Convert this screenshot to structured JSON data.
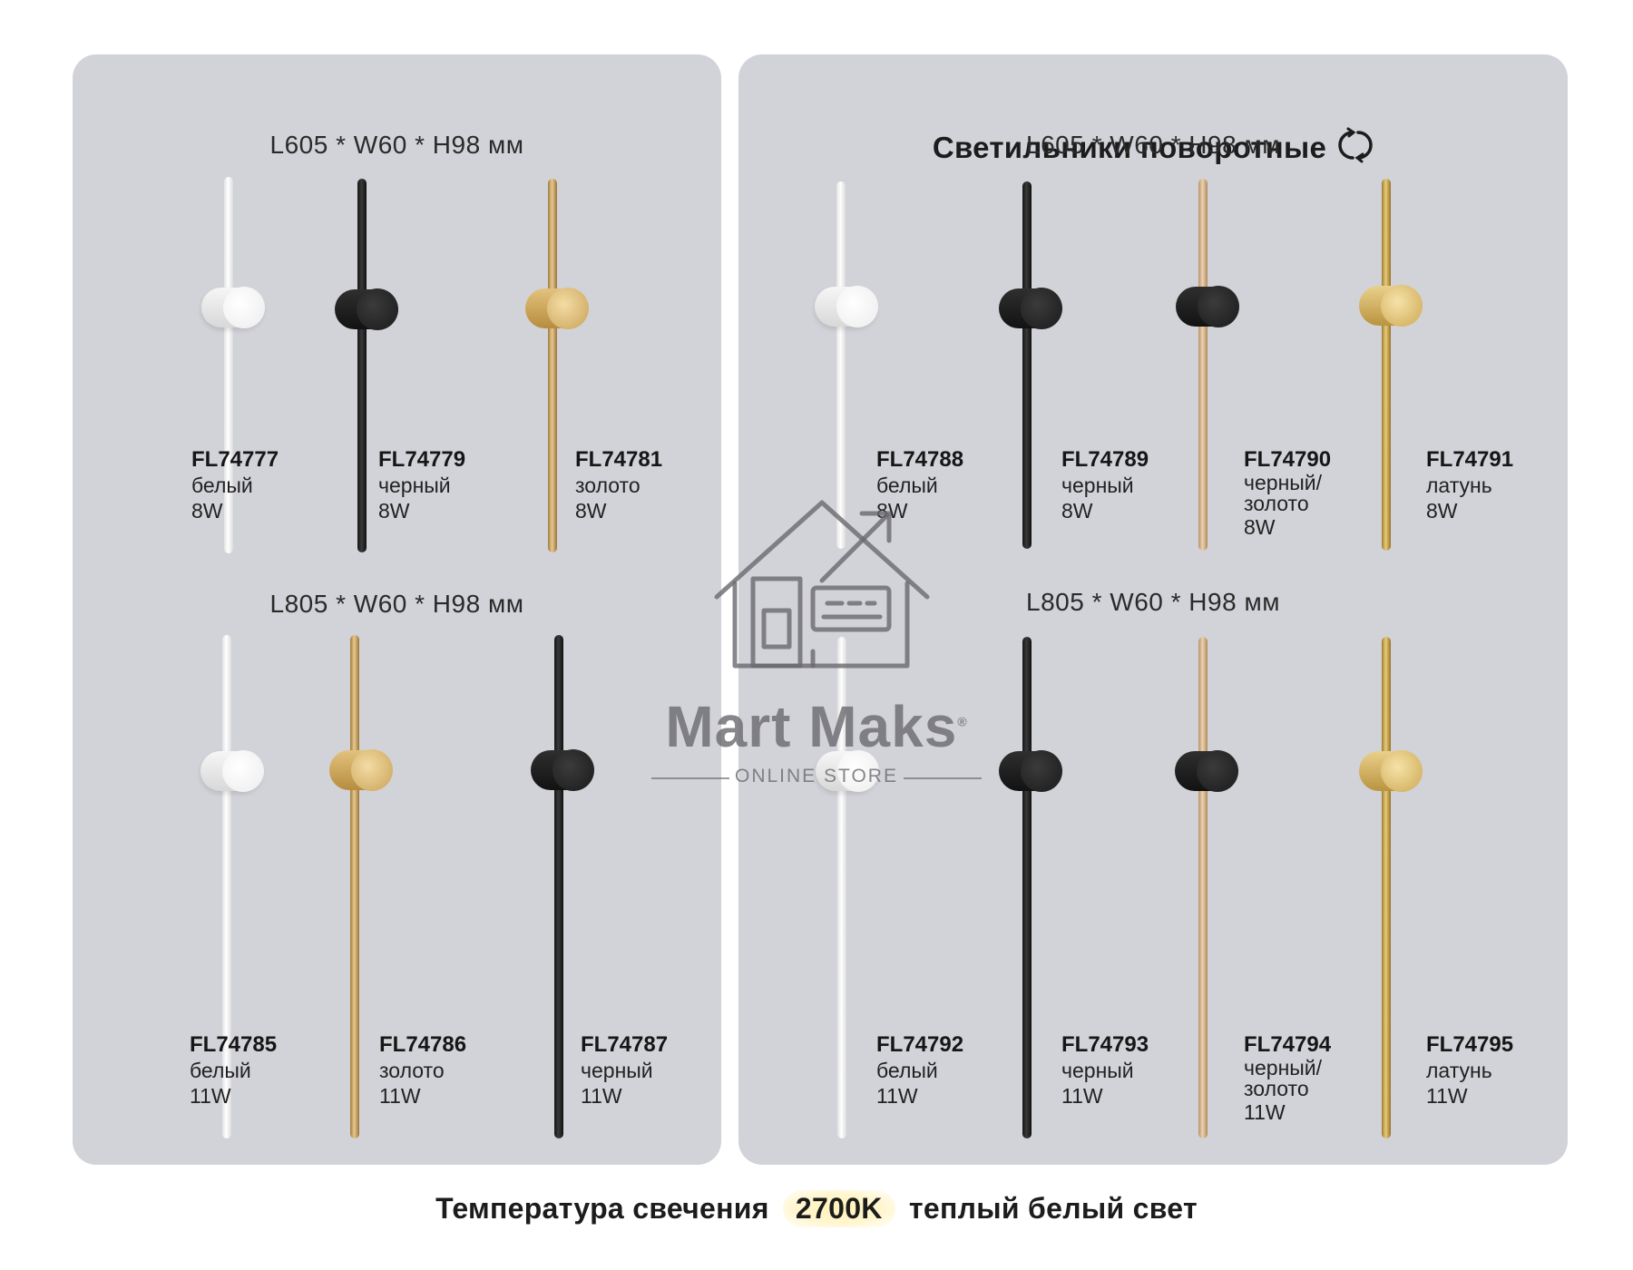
{
  "right_panel": {
    "title": "Светильники поворотные",
    "rotate_icon": "rotate-icon"
  },
  "dimensions": {
    "short": "L605 * W60 * H98 мм",
    "long": "L805 * W60 * H98 мм"
  },
  "products": {
    "left_top": [
      {
        "code": "FL74777",
        "color": "белый",
        "power": "8W",
        "finish": "white"
      },
      {
        "code": "FL74779",
        "color": "черный",
        "power": "8W",
        "finish": "black"
      },
      {
        "code": "FL74781",
        "color": "золото",
        "power": "8W",
        "finish": "gold"
      }
    ],
    "left_bottom": [
      {
        "code": "FL74785",
        "color": "белый",
        "power": "11W",
        "finish": "white"
      },
      {
        "code": "FL74786",
        "color": "золото",
        "power": "11W",
        "finish": "gold"
      },
      {
        "code": "FL74787",
        "color": "черный",
        "power": "11W",
        "finish": "black"
      }
    ],
    "right_top": [
      {
        "code": "FL74788",
        "color": "белый",
        "power": "8W",
        "finish": "white"
      },
      {
        "code": "FL74789",
        "color": "черный",
        "power": "8W",
        "finish": "black"
      },
      {
        "code": "FL74790",
        "color": "черный/\nзолото",
        "power": "8W",
        "finish": "black-gold"
      },
      {
        "code": "FL74791",
        "color": "латунь",
        "power": "8W",
        "finish": "brass"
      }
    ],
    "right_bottom": [
      {
        "code": "FL74792",
        "color": "белый",
        "power": "11W",
        "finish": "white"
      },
      {
        "code": "FL74793",
        "color": "черный",
        "power": "11W",
        "finish": "black"
      },
      {
        "code": "FL74794",
        "color": "черный/\nзолото",
        "power": "11W",
        "finish": "black-gold"
      },
      {
        "code": "FL74795",
        "color": "латунь",
        "power": "11W",
        "finish": "brass"
      }
    ]
  },
  "watermark": {
    "name": "Mart Maks",
    "subtitle": "ONLINE STORE",
    "registered": "®",
    "icon": "house-logo-icon"
  },
  "footer": {
    "prefix": "Температура свечения",
    "highlight": "2700K",
    "suffix": "теплый белый свет"
  },
  "colors": {
    "panel": "#d2d3d9",
    "highlight": "#fff3b8",
    "text": "#1c1c1c"
  }
}
